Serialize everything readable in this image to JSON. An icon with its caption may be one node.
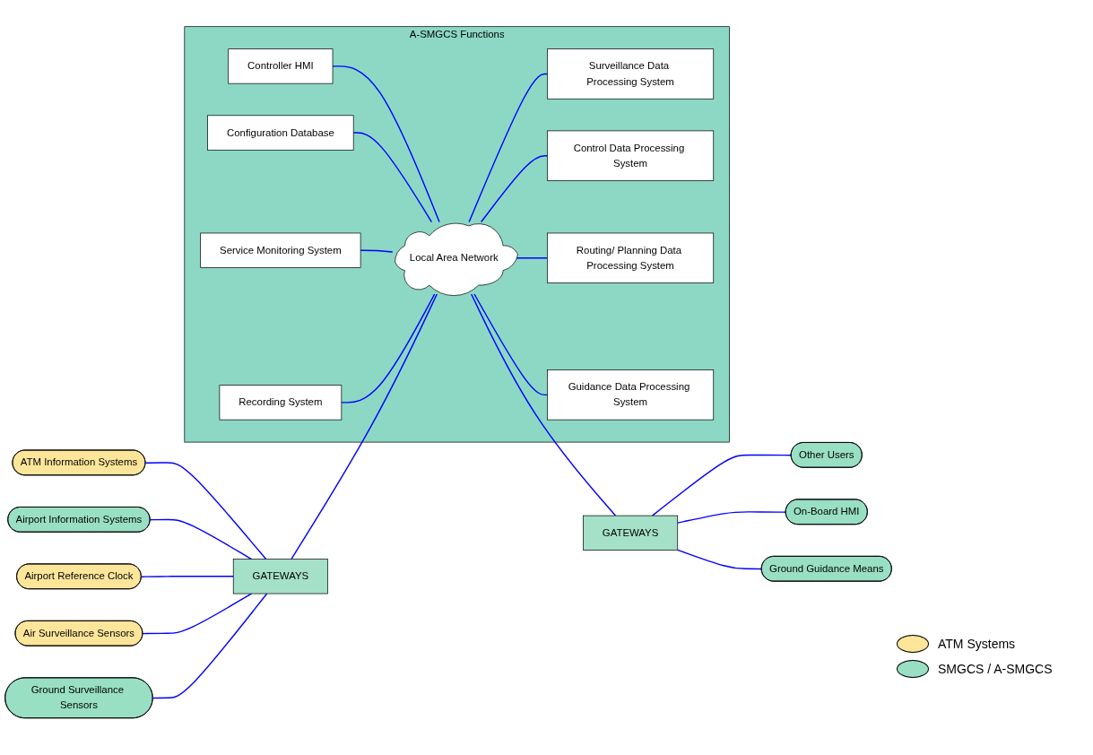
{
  "diagram": {
    "nodes": [
      {
        "text": [
          "A-SMGCS Functions"
        ]
      },
      {
        "text": [
          "Controller HMI"
        ],
        "in": 0
      },
      {
        "text": [
          "Configuration Database"
        ],
        "in": 0
      },
      {
        "text": [
          "Service Monitoring System"
        ],
        "in": 0
      },
      {
        "text": [
          "Recording System"
        ],
        "in": 0
      },
      {
        "text": [
          "Local Area Network"
        ],
        "in": 0
      },
      {
        "text": [
          "Surveillance Data Processing System"
        ],
        "in": 0
      },
      {
        "text": [
          "Control Data Processing System"
        ],
        "in": 0
      },
      {
        "text": [
          "Routing/ Planning Data Processing System"
        ],
        "in": 0
      },
      {
        "text": [
          "Guidance Data Processing System"
        ],
        "in": 0
      },
      {
        "text": [
          "GATEWAYS"
        ]
      },
      {
        "text": [
          "ATM Information Systems"
        ]
      },
      {
        "text": [
          "Airport Information Systems"
        ]
      },
      {
        "text": [
          "Airport Reference Clock"
        ]
      },
      {
        "text": [
          "Air Surveillance Sensors"
        ]
      },
      {
        "text": [
          "Ground Surveillance Sensors"
        ]
      },
      {
        "text": [
          "GATEWAYS"
        ]
      },
      {
        "text": [
          "Other Users"
        ]
      },
      {
        "text": [
          "On-Board HMI"
        ]
      },
      {
        "text": [
          "Ground Guidance Means"
        ]
      }
    ],
    "edges": [
      {
        "from": 1,
        "to": 5,
        "arrow": "none"
      },
      {
        "from": 2,
        "to": 5,
        "arrow": "none"
      },
      {
        "from": 3,
        "to": 5,
        "arrow": "none"
      },
      {
        "from": 4,
        "to": 5,
        "arrow": "none"
      },
      {
        "from": 5,
        "to": 6,
        "arrow": "none"
      },
      {
        "from": 5,
        "to": 7,
        "arrow": "none"
      },
      {
        "from": 5,
        "to": 8,
        "arrow": "none"
      },
      {
        "from": 5,
        "to": 9,
        "arrow": "none"
      },
      {
        "from": 11,
        "to": 10,
        "arrow": "none"
      },
      {
        "from": 12,
        "to": 10,
        "arrow": "none"
      },
      {
        "from": 13,
        "to": 10,
        "arrow": "none"
      },
      {
        "from": 14,
        "to": 10,
        "arrow": "none"
      },
      {
        "from": 15,
        "to": 10,
        "arrow": "none"
      },
      {
        "from": 10,
        "to": 5,
        "arrow": "none"
      },
      {
        "from": 5,
        "to": 16,
        "arrow": "none"
      },
      {
        "from": 16,
        "to": 17,
        "arrow": "none"
      },
      {
        "from": 16,
        "to": 18,
        "arrow": "none"
      },
      {
        "from": 16,
        "to": 19,
        "arrow": "none"
      }
    ],
    "legend": [
      {
        "text": "ATM Systems",
        "color": "#fde59a"
      },
      {
        "text": "SMGCS / A-SMGCS",
        "color": "#99dfc4"
      }
    ]
  }
}
